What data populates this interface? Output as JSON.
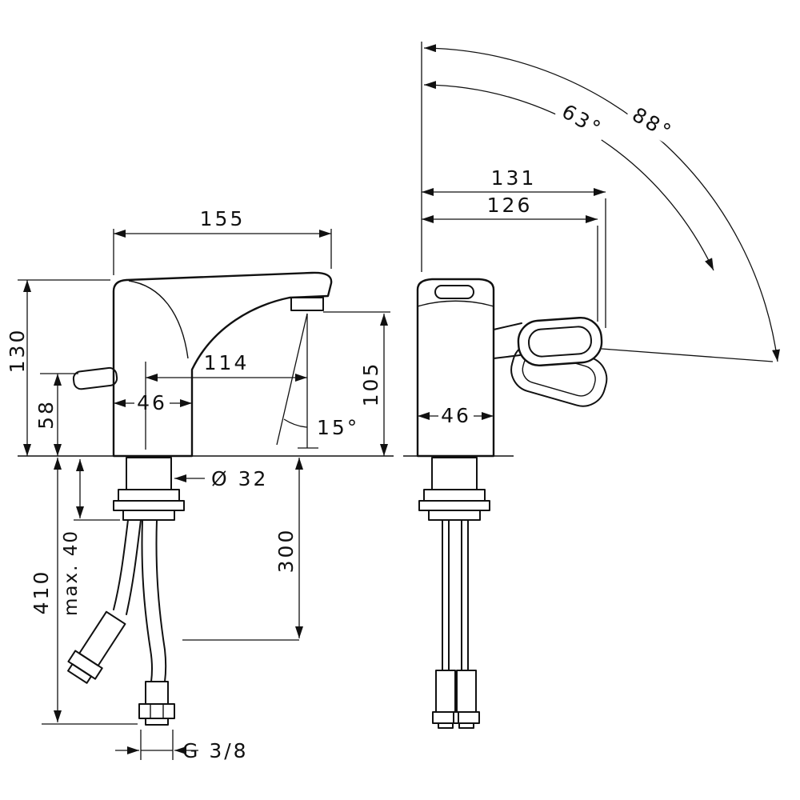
{
  "title": "Faucet installation dimensions technical drawing",
  "colors": {
    "line": "#111111",
    "background": "#ffffff"
  },
  "views": {
    "left": "side view",
    "right": "front view"
  },
  "dimensions": {
    "spout_length": "155",
    "height_total": "130",
    "height_handle": "58",
    "body_width_side": "46",
    "spout_reach": "114",
    "stream_angle": "15°",
    "hole_diameter": "Ø 32",
    "deck_thickness_max": "max. 40",
    "overall_height": "410",
    "hose_length": "300",
    "thread_size": "G 3/8",
    "handle_reach_open": "131",
    "handle_reach": "126",
    "outlet_height": "105",
    "body_width_front": "46",
    "swing_angle_inner": "63°",
    "swing_angle_outer": "88°"
  }
}
